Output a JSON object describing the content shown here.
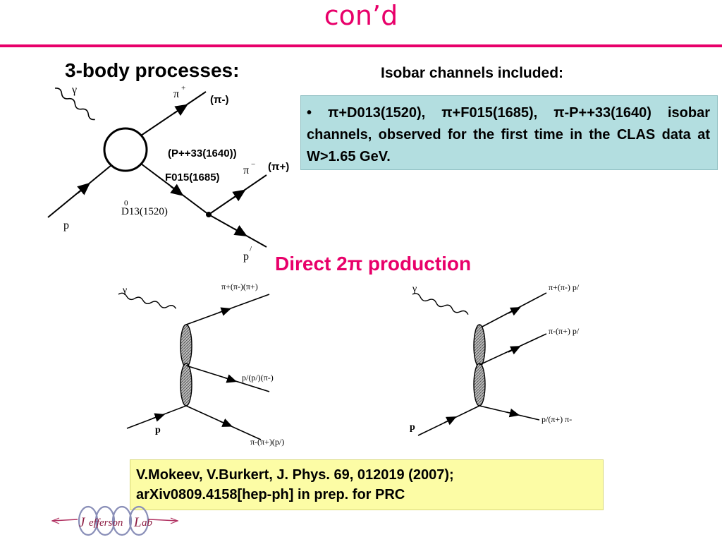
{
  "slide": {
    "title": "con’d",
    "accent_color": "#e8006a"
  },
  "three_body": {
    "heading": "3-body processes:",
    "diagram": {
      "gamma": "γ",
      "pi_plus": "π",
      "pi_plus_sup": "+",
      "pi_minus": "π",
      "pi_minus_sup": "−",
      "p": "p",
      "p_prime": "p",
      "p_prime_sup": "/",
      "d13_super": "0",
      "d13": "D13(1520)",
      "alt_pi_minus": "(π-)",
      "alt_pi_plus": "(π+)",
      "alt_p33": "(P++33(1640))",
      "alt_f15": "F015(1685)"
    }
  },
  "isobar": {
    "heading": "Isobar channels included:",
    "text": "• π+D013(1520),    π+F015(1685),    π-P++33(1640) isobar channels, observed for the first time in the CLAS data at W>1.65 GeV."
  },
  "direct": {
    "heading": "Direct 2π production",
    "left_diagram": {
      "gamma": "γ",
      "top": "π+(π-)(π+)",
      "middle": "p/(p/)(π-)",
      "p": "p",
      "bottom": "π-(π+)(p/)"
    },
    "right_diagram": {
      "gamma": "γ",
      "top": "π+(π-) p/",
      "middle": "π-(π+) p/",
      "p": "p",
      "bottom": "p/(π+) π-"
    }
  },
  "reference": {
    "line1": "V.Mokeev, V.Burkert,  J. Phys. 69, 012019 (2007);",
    "line2": "arXiv0809.4158[hep-ph] in prep. for PRC"
  },
  "logo": {
    "text": "Jefferson Lab"
  },
  "colors": {
    "isobar_box": "#b3dee0",
    "reference_box": "#fcfca5",
    "title": "#e8006a"
  }
}
